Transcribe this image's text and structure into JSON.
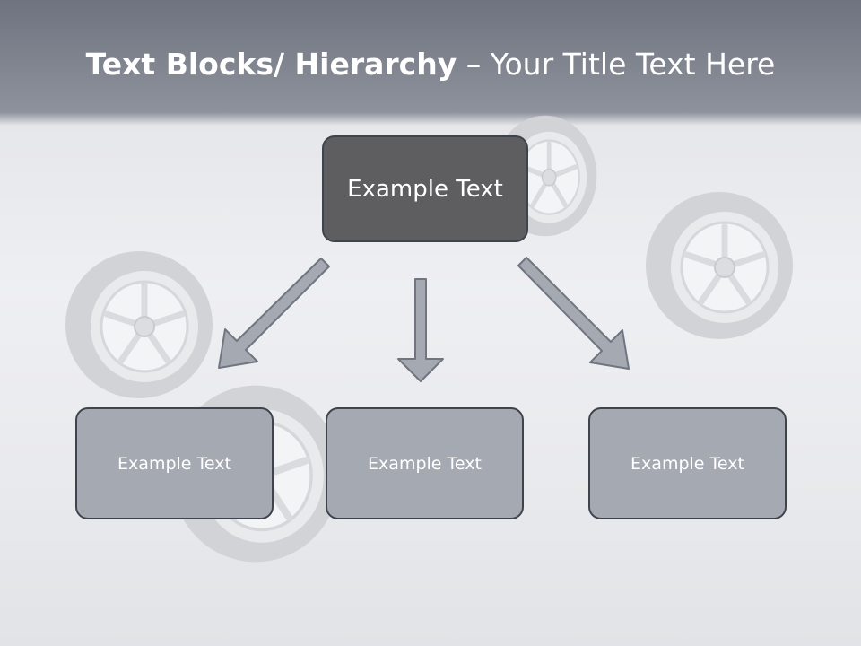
{
  "slide": {
    "title_bold": "Text Blocks/ Hierarchy",
    "title_rest": " – Your Title Text Here"
  },
  "diagram": {
    "top_box": "Example Text",
    "children": [
      "Example Text",
      "Example Text",
      "Example Text"
    ]
  },
  "colors": {
    "top_box_fill": "#5e5e60",
    "child_box_fill": "#a5a9b1",
    "arrow_fill": "#a5a9b1",
    "border": "#3f434b"
  },
  "icons": {
    "background": [
      "wheel",
      "wheel",
      "wheel",
      "wheel"
    ],
    "connectors": [
      "arrow-down-left",
      "arrow-down",
      "arrow-down-right"
    ]
  }
}
